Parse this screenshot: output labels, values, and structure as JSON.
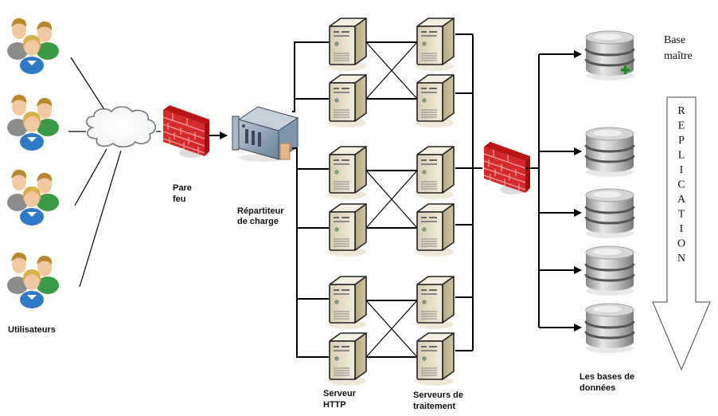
{
  "labels": {
    "users": "Utilisateurs",
    "firewall": [
      "Pare",
      "feu"
    ],
    "load_balancer": [
      "Répartiteur",
      "de charge"
    ],
    "http_servers": [
      "Serveur",
      "HTTP"
    ],
    "processing_servers": [
      "Serveurs de",
      "traitement"
    ],
    "databases": [
      "Les bases de",
      "données"
    ],
    "master_db": [
      "Base",
      "maître"
    ],
    "replication": "REPLICATION"
  },
  "nodes": {
    "user_groups": 4,
    "http_servers": 6,
    "processing_servers": 6,
    "slave_databases": 4,
    "master_databases": 1
  },
  "colors": {
    "firewall": "#d42a2a",
    "server": "#e6dcc4",
    "database": "#b9b9b9",
    "load_balancer": "#8fa4b8",
    "plus": "#1c8c1c"
  }
}
